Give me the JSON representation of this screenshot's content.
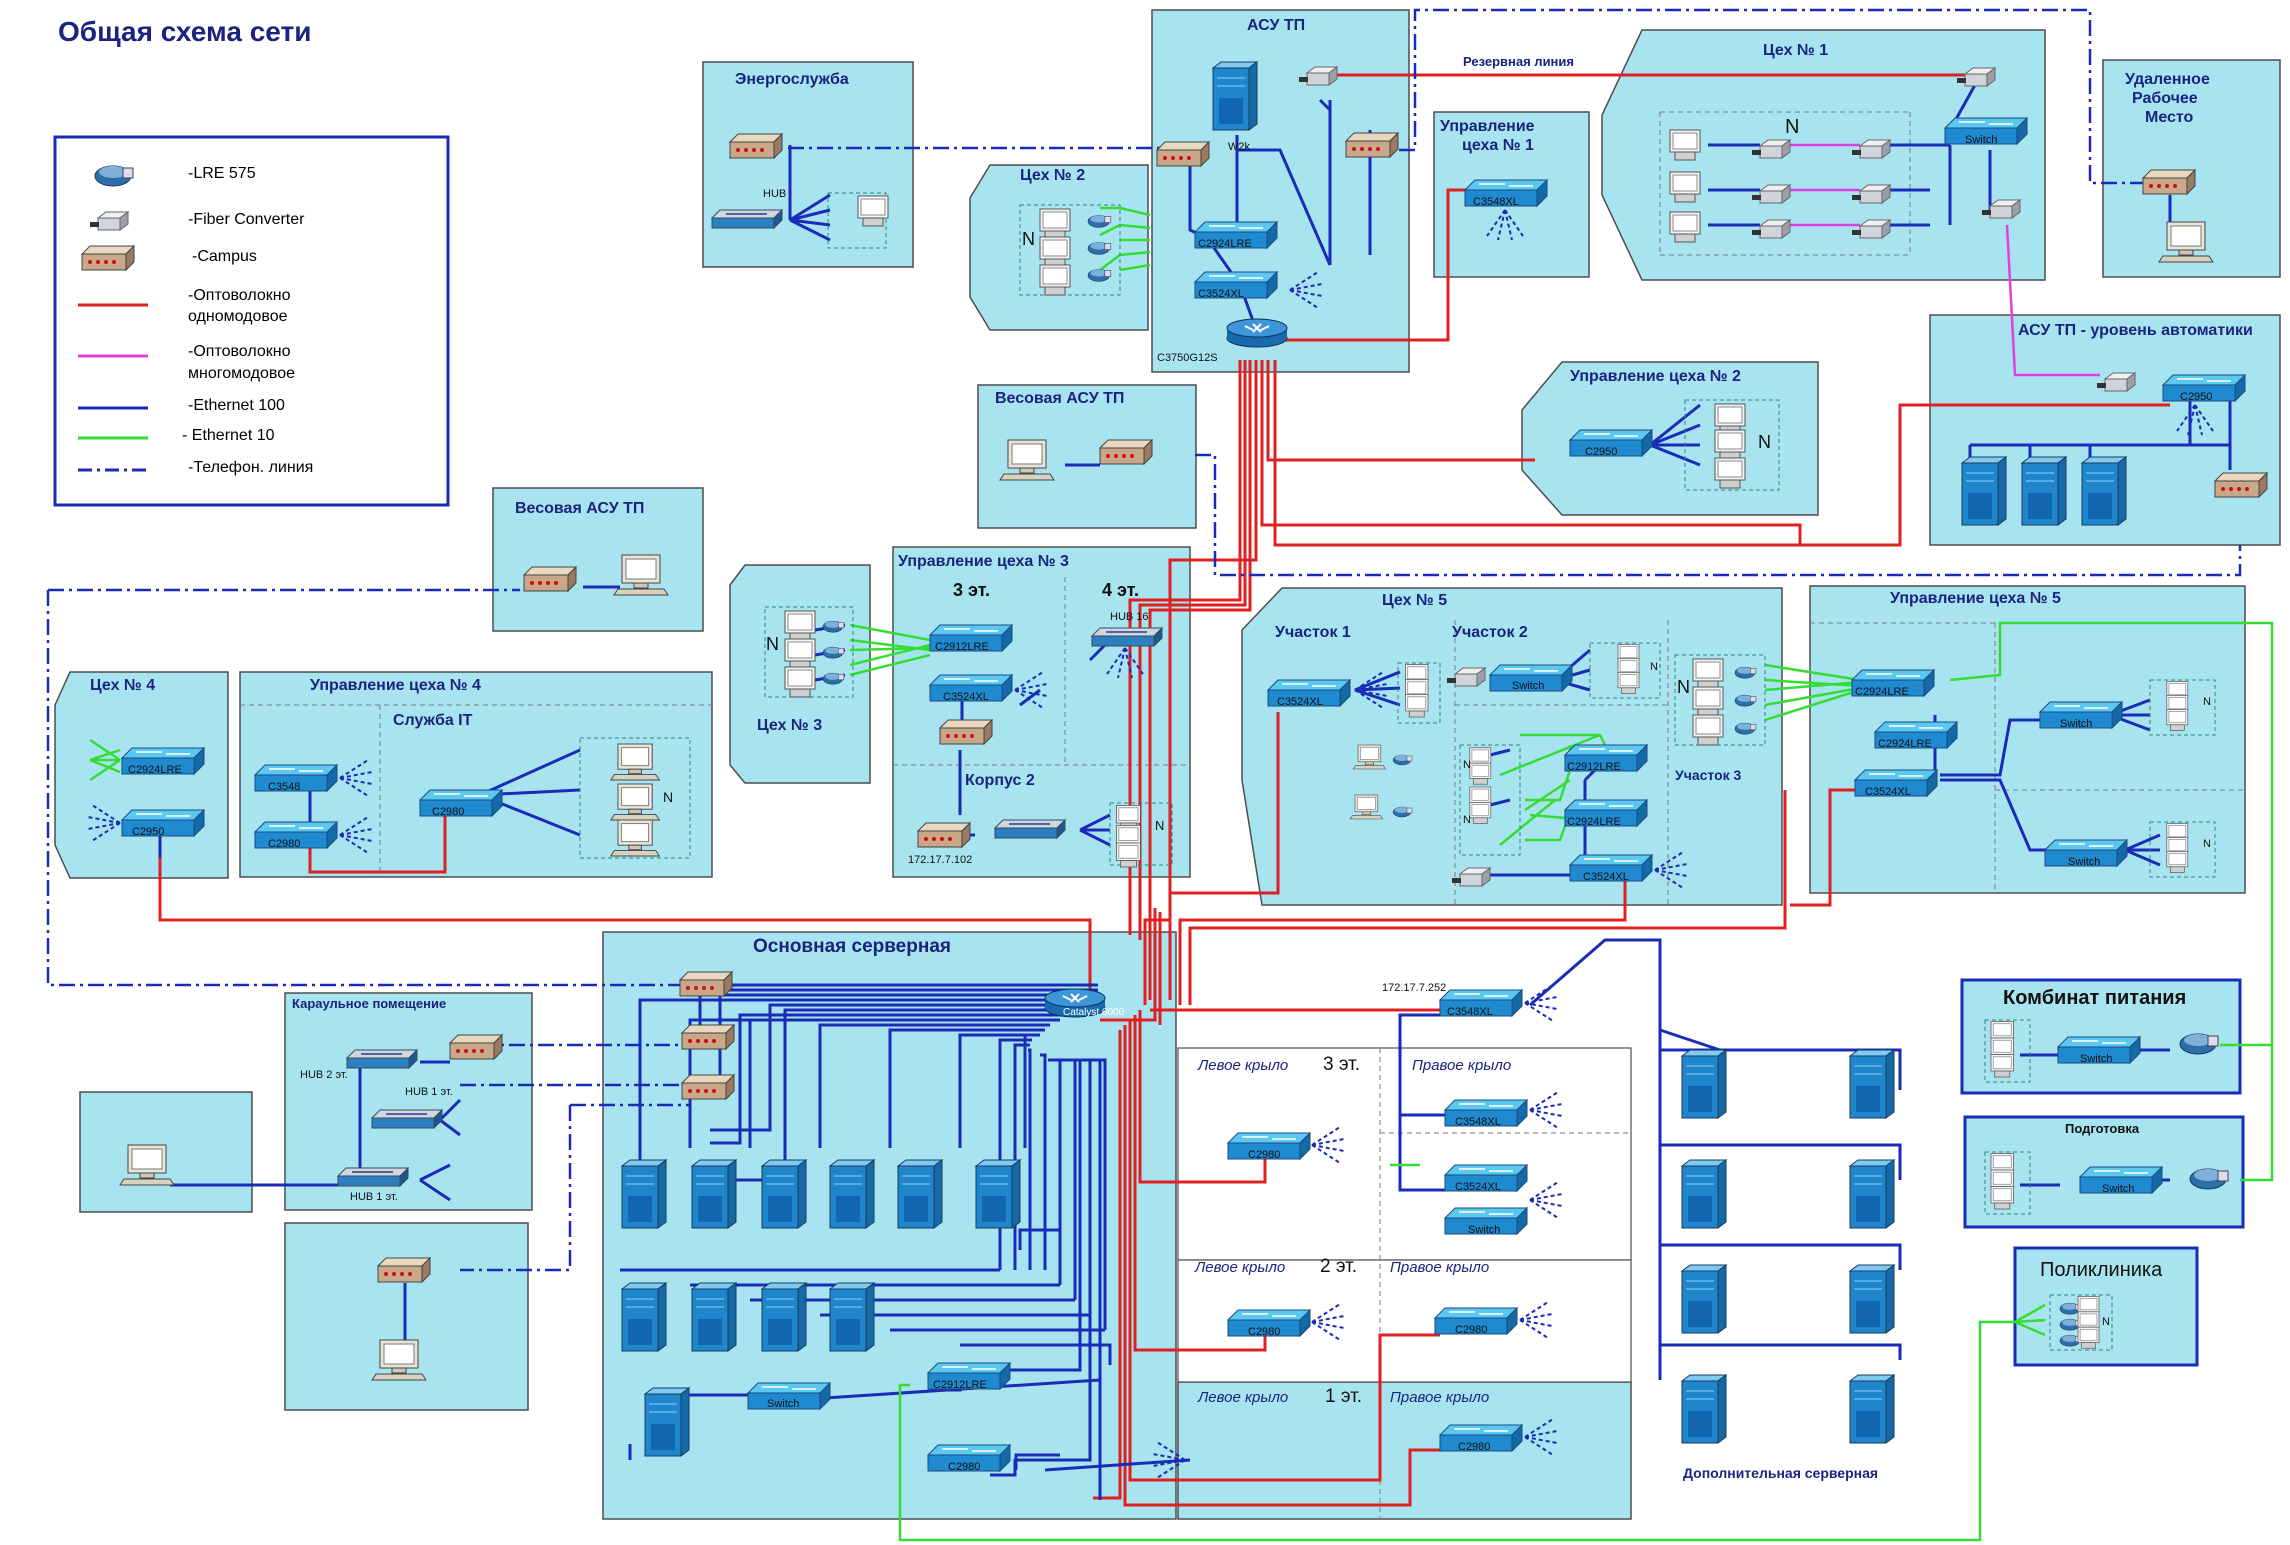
{
  "title": "Общая схема сети",
  "colors": {
    "zone_fill": "#a8e4f0",
    "zone_stroke": "#4d4d4d",
    "line_singlemode": "#e02020",
    "line_multimode": "#e040e0",
    "line_eth100": "#1a2bb8",
    "line_eth10": "#33dd33",
    "line_phone": "#1a2bb8",
    "device_blue": "#1f7ec2",
    "campus": "#b08c70"
  },
  "legend": {
    "items": [
      {
        "icon": "lre-modem-icon",
        "label": "-LRE 575"
      },
      {
        "icon": "fiber-converter-icon",
        "label": "-Fiber Converter"
      },
      {
        "icon": "campus-icon",
        "label": "-Campus"
      },
      {
        "icon": "red-line",
        "label": "-Оптоволокно",
        "label2": "одномодовое"
      },
      {
        "icon": "magenta-line",
        "label": "-Оптоволокно",
        "label2": "многомодовое"
      },
      {
        "icon": "blue-line",
        "label": "-Ethernet 100"
      },
      {
        "icon": "green-line",
        "label": "- Ethernet 10"
      },
      {
        "icon": "dashdot-line",
        "label": "-Телефон. линия"
      }
    ]
  },
  "zones": {
    "asu_tp": "АСУ ТП",
    "energo": "Энергослужба",
    "ceh1": "Цех № 1",
    "remote": [
      "Удаленное",
      "Рабочее",
      "Место"
    ],
    "upr1": [
      "Управление",
      "цеха № 1"
    ],
    "ceh2": "Цех № 2",
    "upr2": "Управление цеха № 2",
    "asu_auto": "АСУ ТП - уровень автоматики",
    "vesovaya_top": "Весовая АСУ ТП",
    "vesovaya_left": "Весовая АСУ ТП",
    "upr3": "Управление цеха № 3",
    "upr3_3et": "3 эт.",
    "upr3_4et": "4 эт.",
    "korpus2": "Корпус 2",
    "ceh3": "Цех № 3",
    "ceh4": "Цех № 4",
    "upr4": "Управление цеха № 4",
    "sluzhba_it": "Служба IT",
    "ceh5": "Цех № 5",
    "uch1": "Участок 1",
    "uch2": "Участок 2",
    "uch3": "Участок 3",
    "upr5": "Управление цеха № 5",
    "server_main": "Основная серверная",
    "karaul": "Караульное помещение",
    "kombinat": "Комбинат питания",
    "podgotovka": "Подготовка",
    "poliklinika": "Поликлиника",
    "dop_server": "Дополнительная серверная",
    "reserve_line": "Резервная линия"
  },
  "floors": {
    "f3": "3 эт.",
    "f2": "2 эт.",
    "f1": "1 эт.",
    "left_wing": "Левое крыло",
    "right_wing": "Правое крыло"
  },
  "labels": {
    "hub": "HUB",
    "hub16": "HUB 16",
    "hub2": "HUB 2 эт.",
    "hub1a": "HUB 1 эт.",
    "hub1b": "HUB 1 эт.",
    "w2k": "W2k",
    "c3750": "C3750G12S",
    "catalyst": "Catalyst 6000",
    "ip_korpus": "172.17.7.102",
    "ip_main": "172.17.7.252",
    "n": "N"
  },
  "devices": {
    "asu_c2924lre": "C2924LRE",
    "asu_c3524xl": "C3524XL",
    "upr1_c3548xl": "C3548XL",
    "ceh1_switch": "Switch",
    "upr2_c2950": "C2950",
    "auto_c2950": "C2950",
    "upr3_c2912lre": "C2912LRE",
    "upr3_c3524xl": "C3524XL",
    "ceh4_c2924lre": "C2924LRE",
    "ceh4_c2950": "C2950",
    "upr4_c3548": "C3548",
    "upr4_c2980a": "C2980",
    "upr4_c2980b": "C2980",
    "uch1_c3524xl": "C3524XL",
    "uch2_switch": "Switch",
    "uch2_c2912lre": "C2912LRE",
    "uch2_c2924lre": "C2924LRE",
    "uch2_c3524xl": "C3524XL",
    "upr5_c2924lre_a": "C2924LRE",
    "upr5_c2924lre_b": "C2924LRE",
    "upr5_c3524xl": "C3524XL",
    "upr5_switch_a": "Switch",
    "upr5_switch_b": "Switch",
    "main_c3548xl": "C3548XL",
    "f3_left_c2980": "C2980",
    "f3_right_c3548xl": "C3548XL",
    "f3_right_c3524xl": "C3524XL",
    "f3_right_switch": "Switch",
    "f2_left_c2980": "C2980",
    "f2_right_c2980": "C2980",
    "f1_right_c2980": "C2980",
    "srv_switch": "Switch",
    "srv_c2912lre": "C2912LRE",
    "srv_c2980": "C2980",
    "kombinat_switch": "Switch",
    "podg_switch": "Switch"
  }
}
